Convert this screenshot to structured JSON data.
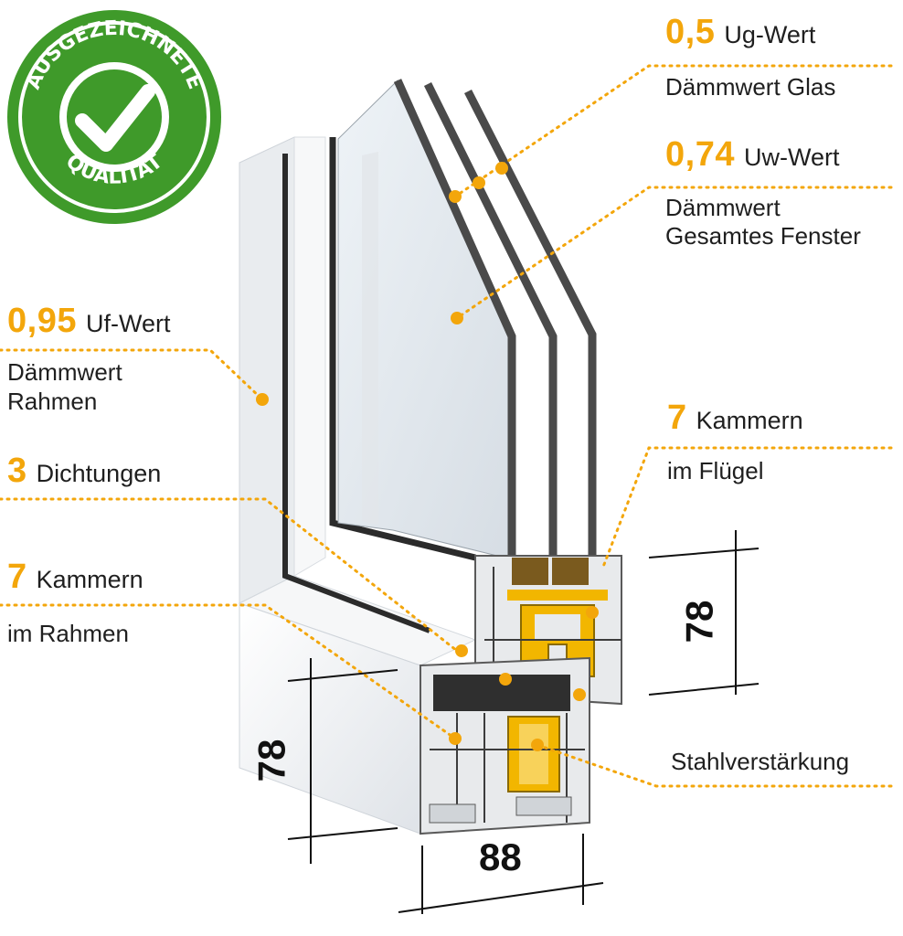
{
  "badge": {
    "top_text": "AUSGEZEICHNETE",
    "bottom_text": "QUALITÄT",
    "color": "#3f9a2a"
  },
  "callouts": {
    "ug": {
      "value": "0,5",
      "key": "Ug-Wert",
      "desc1": "Dämmwert Glas"
    },
    "uw": {
      "value": "0,74",
      "key": "Uw-Wert",
      "desc1": "Dämmwert",
      "desc2": "Gesamtes Fenster"
    },
    "uf": {
      "value": "0,95",
      "key": "Uf-Wert",
      "desc1": "Dämmwert",
      "desc2": "Rahmen"
    },
    "dichtungen": {
      "value": "3",
      "key": "Dichtungen"
    },
    "kammern_rahmen": {
      "value": "7",
      "key": "Kammern",
      "desc1": "im Rahmen"
    },
    "kammern_fluegel": {
      "value": "7",
      "key": "Kammern",
      "desc1": "im Flügel"
    },
    "stahl": {
      "key": "Stahlverstärkung"
    }
  },
  "dimensions": {
    "sash_depth": "78",
    "frame_height": "78",
    "frame_depth": "88"
  },
  "colors": {
    "accent": "#f3a60b",
    "frame": "#f4f5f7",
    "gasket": "#2e2e2e",
    "steel": "#f2b600"
  }
}
